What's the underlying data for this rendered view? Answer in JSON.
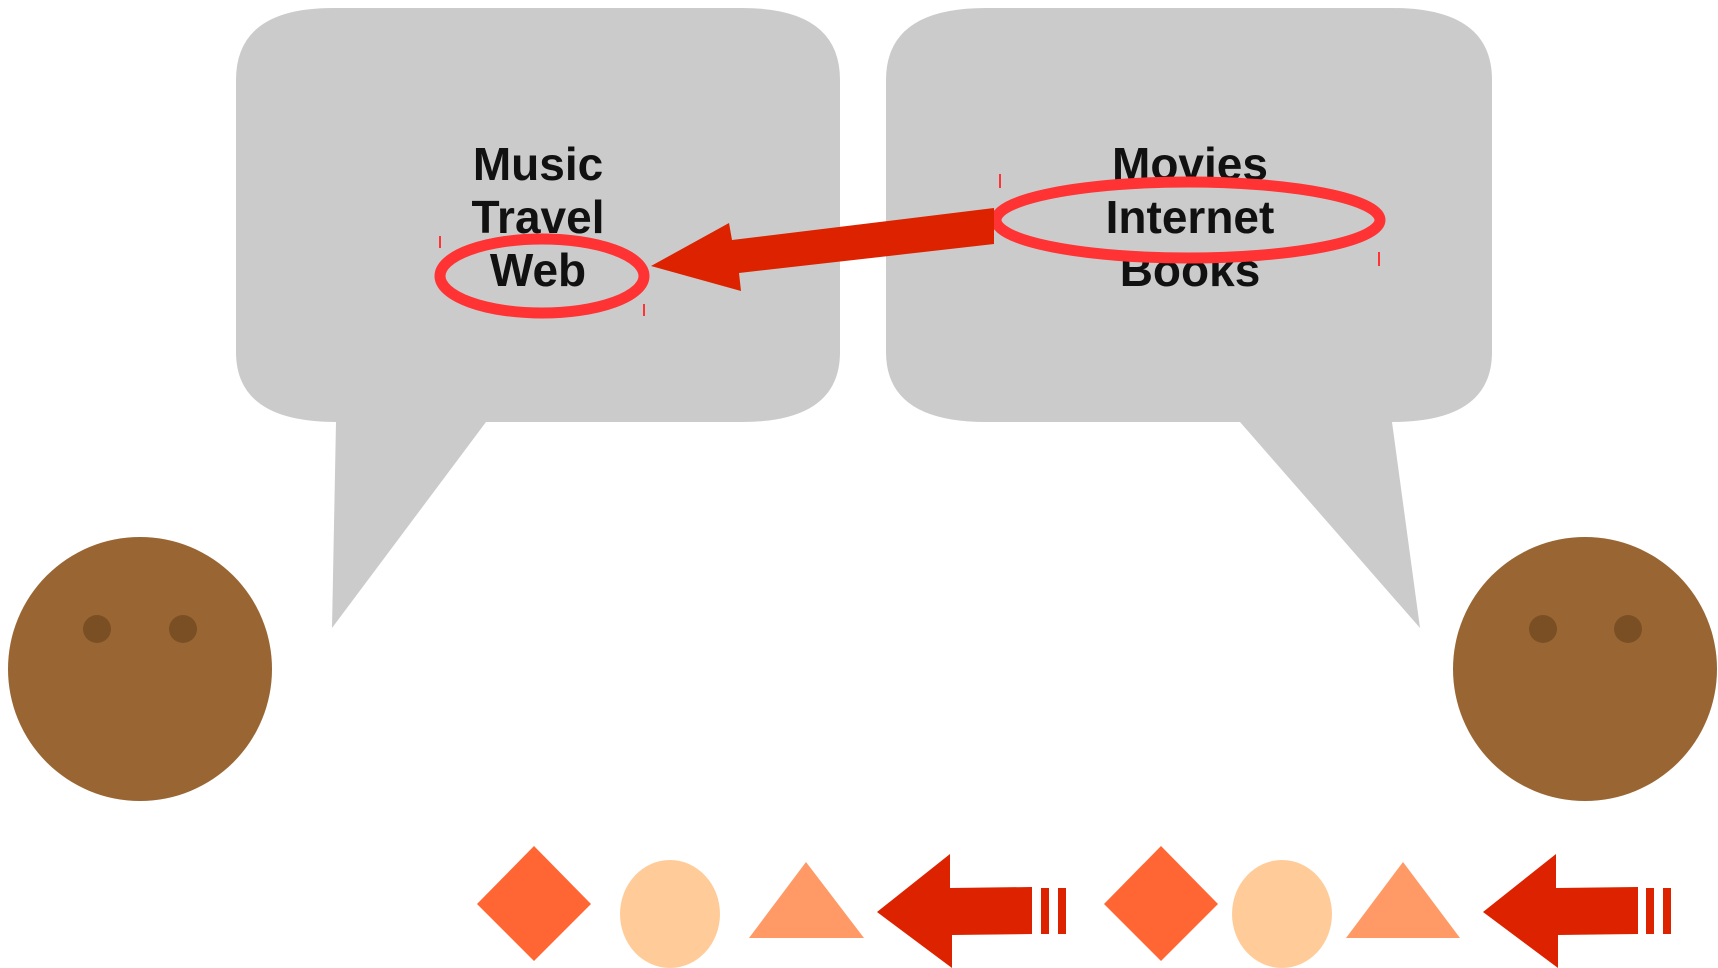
{
  "left_bubble": {
    "topics": [
      "Music",
      "Travel",
      "Web"
    ],
    "highlighted": "Web"
  },
  "right_bubble": {
    "topics": [
      "Movies",
      "Internet",
      "Books"
    ],
    "highlighted": "Internet"
  },
  "colors": {
    "bubble": "#cbcbcb",
    "face": "#996633",
    "eye": "#7a4f24",
    "highlight_ring": "#ff3333",
    "arrow": "#dd2200",
    "diamond": "#ff6633",
    "circle": "#ffcc99",
    "triangle": "#ff9966"
  },
  "legend_sequence": [
    "diamond",
    "circle",
    "triangle",
    "arrow-left",
    "diamond",
    "circle",
    "triangle",
    "arrow-left"
  ]
}
